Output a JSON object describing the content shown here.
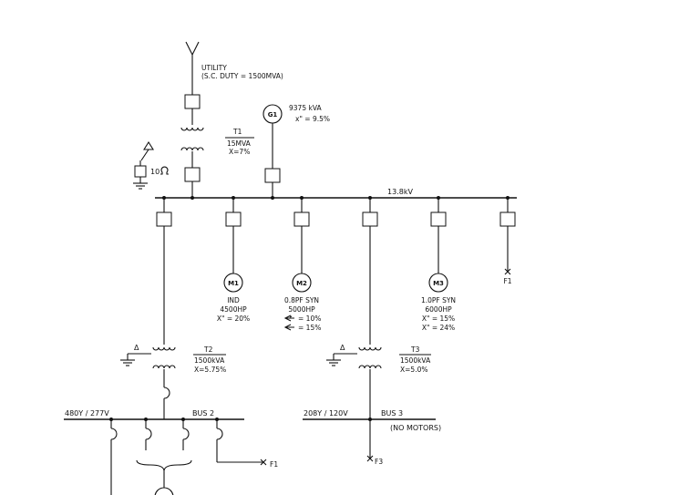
{
  "utility": {
    "line1": "UTILITY",
    "line2": "(S.C. DUTY = 1500MVA)"
  },
  "g1": {
    "symbol": "G1",
    "rating": "9375 kVA",
    "xpp": "x\" = 9.5%"
  },
  "t1": {
    "name": "T1",
    "rating": "15MVA",
    "impedance": "X=7%"
  },
  "ground_resistor": {
    "value": "10"
  },
  "main_bus": {
    "voltage": "13.8kV"
  },
  "m1": {
    "symbol": "M1",
    "type": "IND",
    "hp": "4500HP",
    "xpp": "X\" = 20%"
  },
  "m2": {
    "symbol": "M2",
    "type": "0.8PF SYN",
    "hp": "5000HP",
    "x1": "= 10%",
    "x2": "= 15%"
  },
  "m3": {
    "symbol": "M3",
    "type": "1.0PF SYN",
    "hp": "6000HP",
    "x1": "X\" = 15%",
    "x2": "X\" = 24%"
  },
  "f1_top": "F1",
  "t2": {
    "name": "T2",
    "rating": "1500kVA",
    "impedance": "X=5.75%"
  },
  "t3": {
    "name": "T3",
    "rating": "1500kVA",
    "impedance": "X=5.0%"
  },
  "bus2": {
    "voltage": "480Y / 277V",
    "name": "BUS 2"
  },
  "bus3": {
    "voltage": "208Y / 120V",
    "name": "BUS 3",
    "note": "(NO MOTORS)"
  },
  "f1_bottom": "F1",
  "f3": "F3",
  "delta_symbol": "Δ",
  "colors": {
    "line": "#111111",
    "background": "#ffffff"
  }
}
